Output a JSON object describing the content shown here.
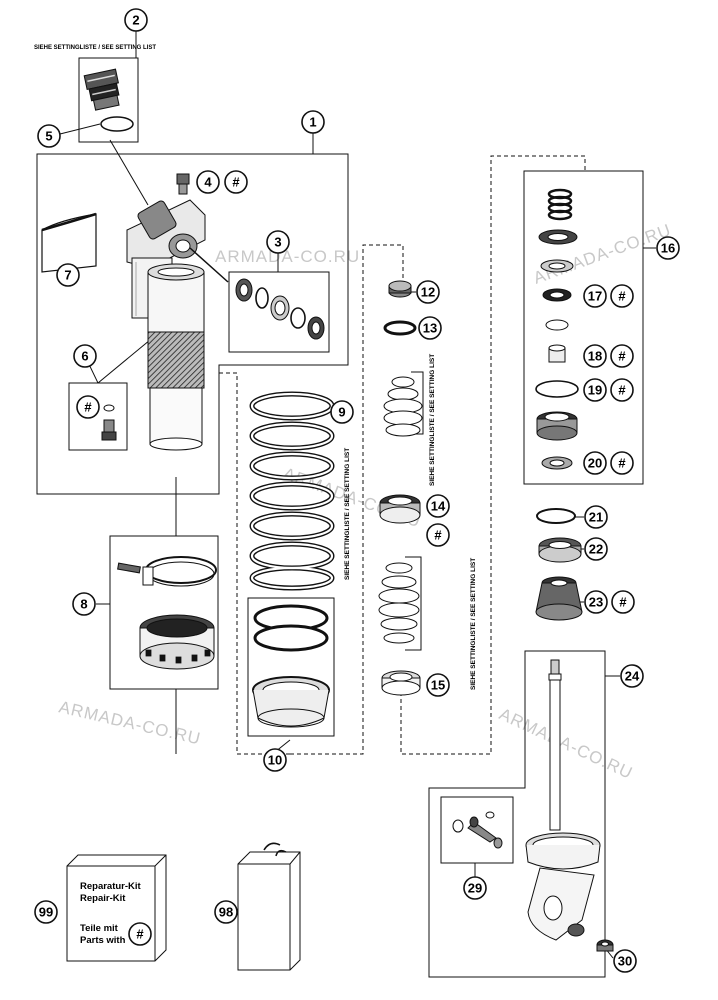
{
  "setting_note": "SIEHE SETTINGLISTE / SEE SETTING LIST",
  "hash": "#",
  "watermark": "ARMADA-CO.RU",
  "callouts": {
    "c1": "1",
    "c2": "2",
    "c3": "3",
    "c4": "4",
    "c5": "5",
    "c6": "6",
    "c7": "7",
    "c8": "8",
    "c9": "9",
    "c10": "10",
    "c12": "12",
    "c13": "13",
    "c14": "14",
    "c15": "15",
    "c16": "16",
    "c17": "17",
    "c18": "18",
    "c19": "19",
    "c20": "20",
    "c21": "21",
    "c22": "22",
    "c23": "23",
    "c24": "24",
    "c29": "29",
    "c30": "30",
    "c98": "98",
    "c99": "99"
  },
  "kit": {
    "line1": "Reparatur-Kit",
    "line2": "Repair-Kit",
    "line3": "Teile mit",
    "line4": "Parts with"
  },
  "colors": {
    "ink": "#111111",
    "watermark": "#c8c8c8",
    "background": "#ffffff"
  }
}
